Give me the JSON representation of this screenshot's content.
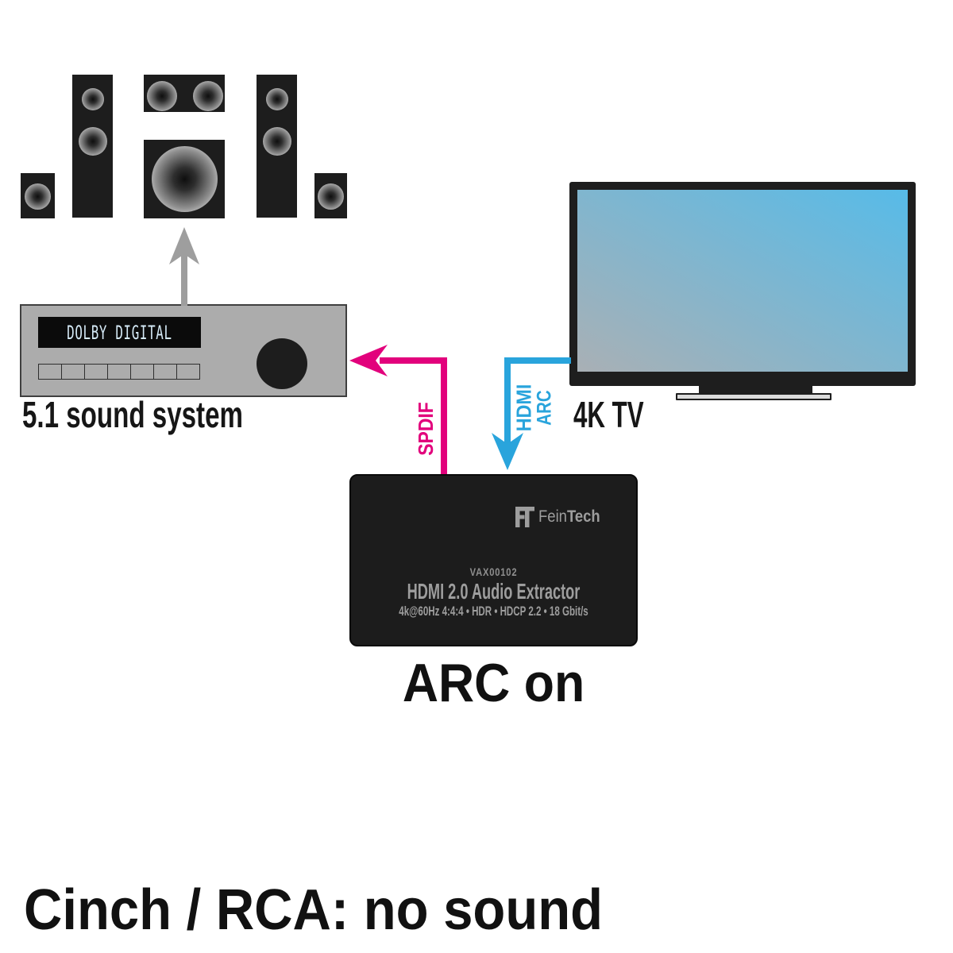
{
  "diagram": {
    "sound_system": {
      "display_text": "DOLBY DIGITAL",
      "label": "5.1 sound system"
    },
    "tv": {
      "label": "4K TV"
    },
    "connections": {
      "spdif_label": "SPDIF",
      "hdmi_label": "HDMI",
      "arc_label": "ARC"
    },
    "extractor": {
      "brand_prefix": "Fein",
      "brand_suffix": "Tech",
      "model": "VAX00102",
      "product": "HDMI 2.0 Audio Extractor",
      "specs": "4k@60Hz 4:4:4 • HDR • HDCP 2.2 • 18 Gbit/s",
      "status": "ARC on"
    },
    "caption": "Cinch / RCA: no sound",
    "colors": {
      "spdif": "#e2017c",
      "hdmi_arc": "#29a4dc",
      "signal_arrow": "#9e9e9e",
      "tv_screen_top": "#57bbe8",
      "tv_screen_bottom": "#a9b0b5"
    }
  }
}
